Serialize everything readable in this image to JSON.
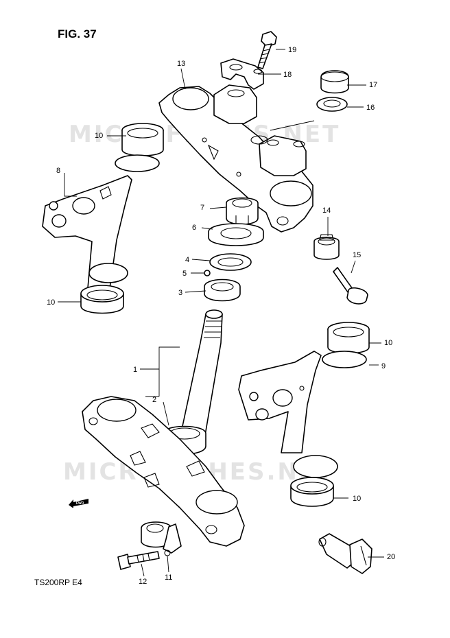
{
  "figure": {
    "title": "FIG. 37",
    "model": "TS200RP  E4"
  },
  "watermark": "MICROFICHES.NET",
  "fwd_label": "FWD",
  "callouts": [
    {
      "id": "19",
      "label": "19"
    },
    {
      "id": "18",
      "label": "18"
    },
    {
      "id": "13",
      "label": "13"
    },
    {
      "id": "17",
      "label": "17"
    },
    {
      "id": "16",
      "label": "16"
    },
    {
      "id": "10a",
      "label": "10"
    },
    {
      "id": "8",
      "label": "8"
    },
    {
      "id": "7",
      "label": "7"
    },
    {
      "id": "6",
      "label": "6"
    },
    {
      "id": "14",
      "label": "14"
    },
    {
      "id": "4",
      "label": "4"
    },
    {
      "id": "5",
      "label": "5"
    },
    {
      "id": "15",
      "label": "15"
    },
    {
      "id": "10b",
      "label": "10"
    },
    {
      "id": "3",
      "label": "3"
    },
    {
      "id": "10c",
      "label": "10"
    },
    {
      "id": "1",
      "label": "1"
    },
    {
      "id": "9",
      "label": "9"
    },
    {
      "id": "2",
      "label": "2"
    },
    {
      "id": "10d",
      "label": "10"
    },
    {
      "id": "20",
      "label": "20"
    },
    {
      "id": "12",
      "label": "12"
    },
    {
      "id": "11",
      "label": "11"
    }
  ]
}
